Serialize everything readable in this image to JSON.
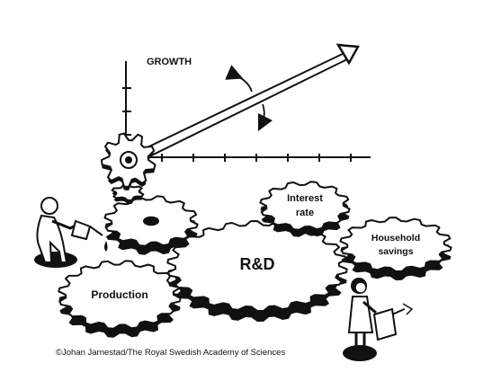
{
  "axis": {
    "label": "GROWTH"
  },
  "gears": {
    "rd": "R&D",
    "production": "Production",
    "interest_line1": "Interest",
    "interest_line2": "rate",
    "household_line1": "Household",
    "household_line2": "savings"
  },
  "credit": "©Johan Jarnestad/The Royal Swedish Academy of Sciences",
  "colors": {
    "ink": "#111111",
    "paper": "#ffffff",
    "shadow": "#1a1a1a"
  }
}
